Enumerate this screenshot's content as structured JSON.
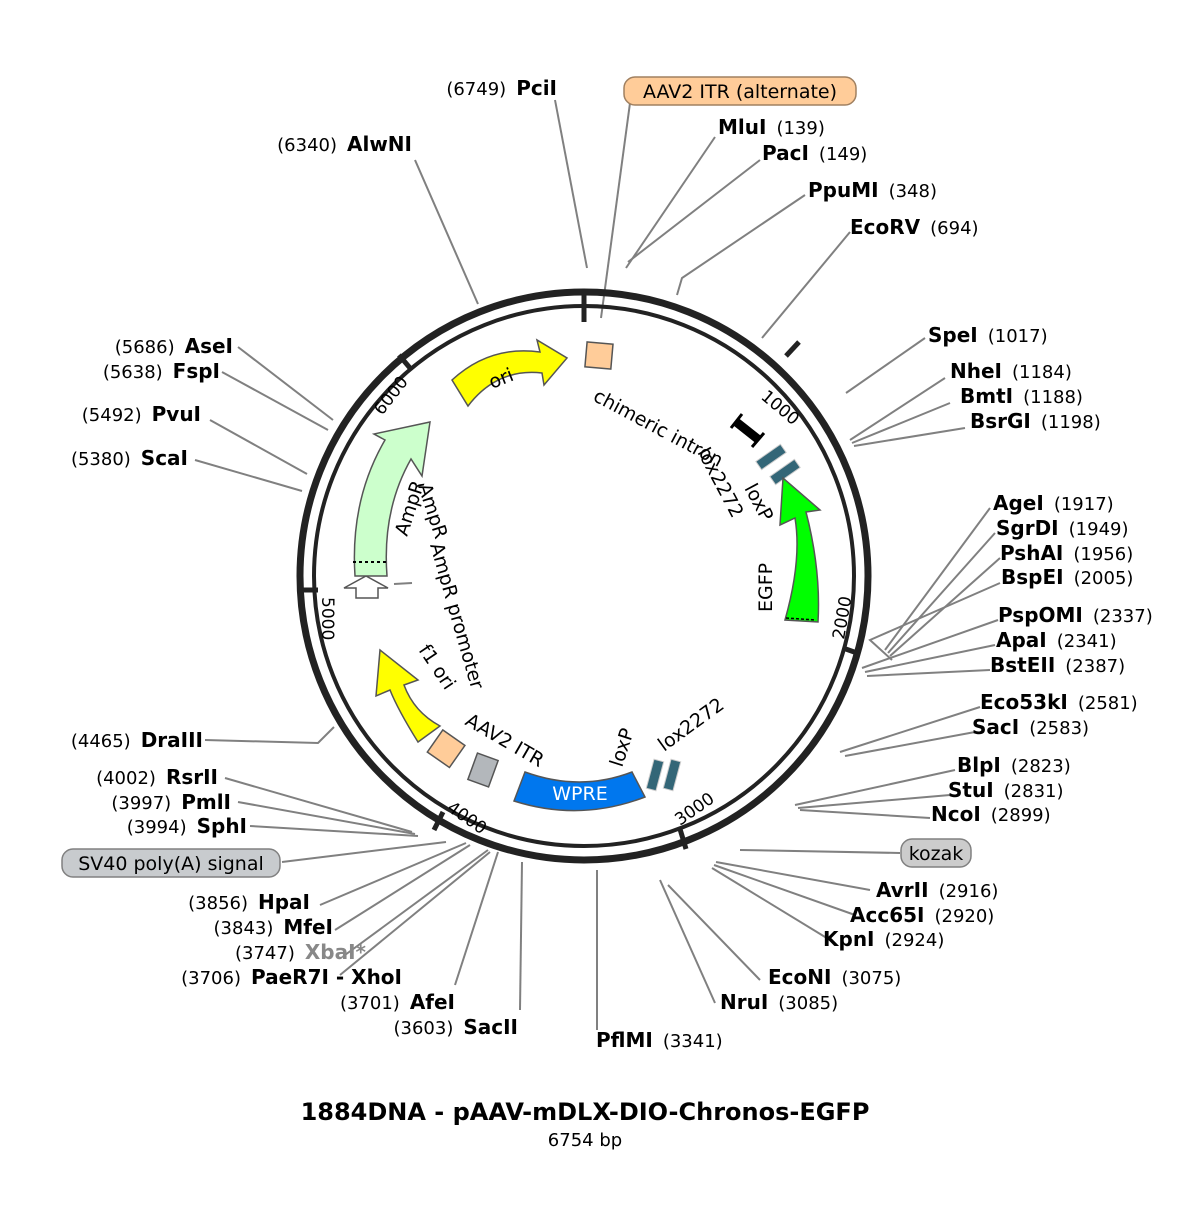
{
  "title": "1884DNA - pAAV-mDLX-DIO-Chronos-EGFP",
  "length_label": "6754 bp",
  "total_bp": 6754,
  "colors": {
    "ori": "#ffff00",
    "ampr": "#ccffcc",
    "egfp": "#00ff00",
    "wpre": "#0066ff",
    "itr": "#ffcc99",
    "lox": "#336677",
    "polyA": "#b3b7bb",
    "kozak_box": "#cccccc",
    "leader": "#808080",
    "backbone": "#222222"
  },
  "ticks": [
    {
      "bp": 1000,
      "label": "1000"
    },
    {
      "bp": 2000,
      "label": "2000"
    },
    {
      "bp": 3000,
      "label": "3000"
    },
    {
      "bp": 4000,
      "label": "4000"
    },
    {
      "bp": 5000,
      "label": "5000"
    },
    {
      "bp": 6000,
      "label": "6000"
    }
  ],
  "features": {
    "ori": "ori",
    "chimeric_intron": "chimeric intron",
    "lox2272_top": "lox2272",
    "loxP_top": "loxP",
    "egfp": "EGFP",
    "ampr": "AmpR",
    "ampr_promoter": "AmpR promoter",
    "f1_ori": "f1 ori",
    "aav2_itr": "AAV2 ITR",
    "wpre": "WPRE",
    "loxP_bottom": "loxP",
    "lox2272_bottom": "lox2272"
  },
  "boxed_labels": {
    "aav2_itr_alt": "AAV2 ITR (alternate)",
    "sv40": "SV40 poly(A) signal",
    "kozak": "kozak"
  },
  "sites_right": [
    {
      "name": "MluI",
      "pos": "(139)"
    },
    {
      "name": "PacI",
      "pos": "(149)"
    },
    {
      "name": "PpuMI",
      "pos": "(348)"
    },
    {
      "name": "EcoRV",
      "pos": "(694)"
    },
    {
      "name": "SpeI",
      "pos": "(1017)"
    },
    {
      "name": "NheI",
      "pos": "(1184)"
    },
    {
      "name": "BmtI",
      "pos": "(1188)"
    },
    {
      "name": "BsrGI",
      "pos": "(1198)"
    },
    {
      "name": "AgeI",
      "pos": "(1917)"
    },
    {
      "name": "SgrDI",
      "pos": "(1949)"
    },
    {
      "name": "PshAI",
      "pos": "(1956)"
    },
    {
      "name": "BspEI",
      "pos": "(2005)"
    },
    {
      "name": "PspOMI",
      "pos": "(2337)"
    },
    {
      "name": "ApaI",
      "pos": "(2341)"
    },
    {
      "name": "BstEII",
      "pos": "(2387)"
    },
    {
      "name": "Eco53kI",
      "pos": "(2581)"
    },
    {
      "name": "SacI",
      "pos": "(2583)"
    },
    {
      "name": "BlpI",
      "pos": "(2823)"
    },
    {
      "name": "StuI",
      "pos": "(2831)"
    },
    {
      "name": "NcoI",
      "pos": "(2899)"
    },
    {
      "name": "AvrII",
      "pos": "(2916)"
    },
    {
      "name": "Acc65I",
      "pos": "(2920)"
    },
    {
      "name": "KpnI",
      "pos": "(2924)"
    },
    {
      "name": "EcoNI",
      "pos": "(3075)"
    },
    {
      "name": "NruI",
      "pos": "(3085)"
    }
  ],
  "sites_bottom": [
    {
      "name": "PflMI",
      "pos": "(3341)"
    },
    {
      "name": "SacII",
      "pos": "(3603)"
    },
    {
      "name": "AfeI",
      "pos": "(3701)"
    }
  ],
  "sites_left": [
    {
      "name": "PciI",
      "pos": "(6749)"
    },
    {
      "name": "AlwNI",
      "pos": "(6340)"
    },
    {
      "name": "AseI",
      "pos": "(5686)"
    },
    {
      "name": "FspI",
      "pos": "(5638)"
    },
    {
      "name": "PvuI",
      "pos": "(5492)"
    },
    {
      "name": "ScaI",
      "pos": "(5380)"
    },
    {
      "name": "DraIII",
      "pos": "(4465)"
    },
    {
      "name": "RsrII",
      "pos": "(4002)"
    },
    {
      "name": "PmlI",
      "pos": "(3997)"
    },
    {
      "name": "SphI",
      "pos": "(3994)"
    },
    {
      "name": "HpaI",
      "pos": "(3856)"
    },
    {
      "name": "MfeI",
      "pos": "(3843)"
    },
    {
      "name": "XbaI*",
      "pos": "(3747)"
    },
    {
      "name": "PaeR7I - XhoI",
      "pos": "(3706)"
    }
  ]
}
